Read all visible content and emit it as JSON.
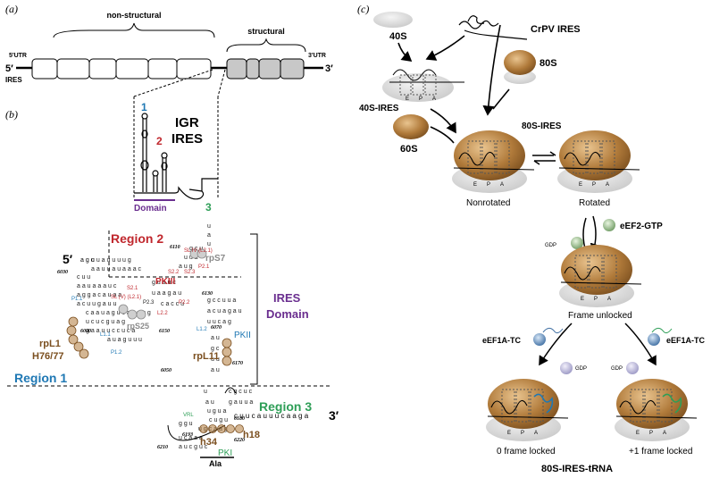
{
  "colors": {
    "brown": "#b07a3a",
    "red": "#c0272d",
    "blue": "#1f78b4",
    "green": "#2e9e57",
    "purple": "#6a2e8f",
    "gray_fill": "#d9d9d9",
    "subunit_gray": "#dcdcdc"
  },
  "panel_a": {
    "label": "(a)",
    "five_utr": "5′UTR",
    "three_utr": "3′UTR",
    "five_prime": "5′",
    "three_prime": "3′",
    "ires": "IRES",
    "non_structural": "non-structural",
    "structural": "structural"
  },
  "panel_b": {
    "label": "(b)",
    "igr_ires_line1": "IGR",
    "igr_ires_line2": "IRES",
    "domain_1": "1",
    "domain_2": "2",
    "domain_3": "3",
    "domain_label": "Domain",
    "region_1": "Region 1",
    "region_2": "Region 2",
    "region_3": "Region 3",
    "ires_domain_line1": "IRES",
    "ires_domain_line2": "Domain",
    "five_prime": "5′",
    "three_prime": "3′",
    "five_prefix": "a g c",
    "three_tail": "c u u c a u u u c a a g a",
    "ala": "Ala",
    "proteins": {
      "rps7": "rpS7",
      "rps25": "rpS25",
      "rpl1": "rpL1",
      "h7677": "H76/77",
      "rpl11": "rpL11",
      "h18": "h18",
      "h34": "h34"
    },
    "motifs": {
      "pkiii": "PKIII",
      "pkii": "PKII",
      "pki": "PKI",
      "sliv": "SL IV (L2.1)",
      "slv": "SL (V) (L2.1)",
      "s21": "S2.1",
      "s22": "S2.2",
      "s23": "S2.3",
      "p21": "P2.1",
      "p22": "P2.2",
      "p23": "P2.3",
      "l22": "L2.2",
      "l21": "L1.1",
      "l12": "L1.2",
      "p12": "P1.2",
      "p11": "P1.1",
      "vrl": "VRL"
    },
    "numbers": {
      "n6030": "6030",
      "n6090": "6090",
      "n6110": "6110",
      "n6130": "6130",
      "n6150": "6150",
      "n6070": "6070",
      "n6050": "6050",
      "n6170": "6170",
      "n6180": "6180",
      "n6210": "6210",
      "n6193": "6193",
      "n6220": "6220"
    }
  },
  "panel_c": {
    "label": "(c)",
    "s40": "40S",
    "crpv_ires": "CrPV IRES",
    "s80": "80S",
    "s40_ires": "40S-IRES",
    "s60": "60S",
    "s80_ires": "80S-IRES",
    "nonrotated": "Nonrotated",
    "rotated": "Rotated",
    "eef2_gtp": "eEF2-GTP",
    "gdp": "GDP",
    "frame_unlocked": "Frame unlocked",
    "eef1a_tc": "eEF1A-TC",
    "zero_frame": "0 frame locked",
    "plus1_frame": "+1 frame locked",
    "final_title": "80S-IRES-tRNA",
    "sites": [
      "E",
      "P",
      "A"
    ]
  }
}
